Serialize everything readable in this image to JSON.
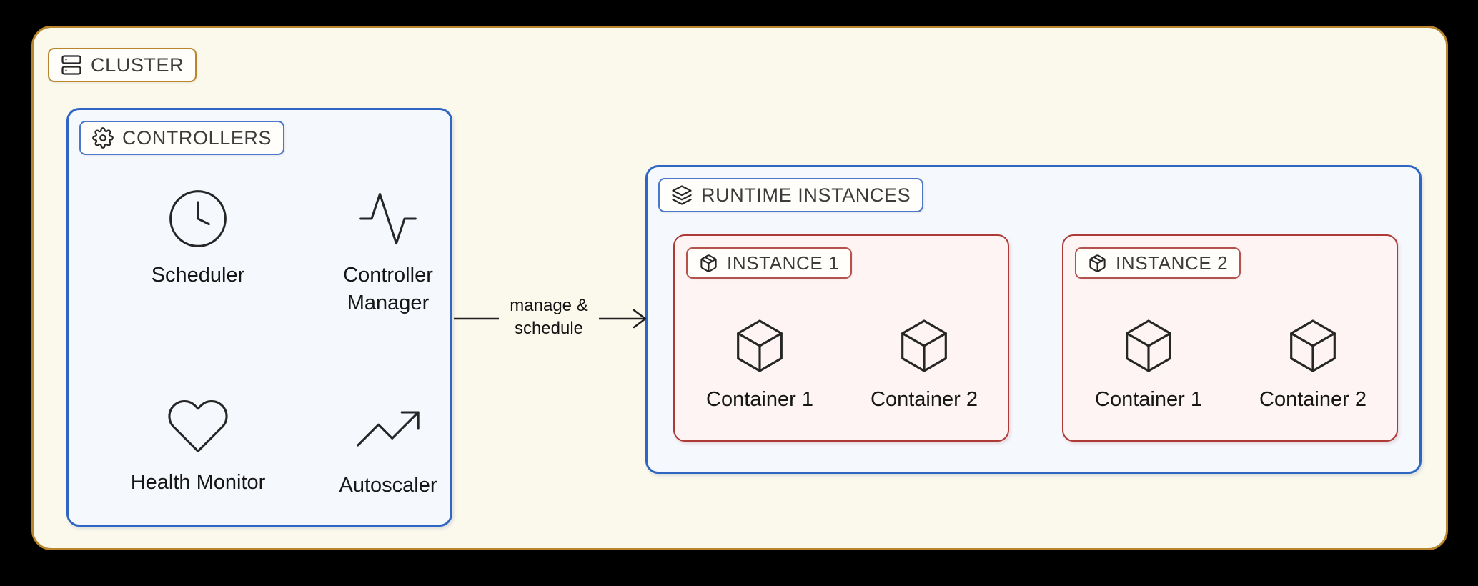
{
  "colors": {
    "canvas": "#000000",
    "cluster_bg": "#fbf8ec",
    "cluster_border": "#b9862e",
    "controllers_border": "#2f66c2",
    "controllers_bg": "#f5f8fd",
    "instance_border": "#ad3a36",
    "instance_bg": "#fdf4f3",
    "icon_stroke": "#262626"
  },
  "cluster": {
    "label": "CLUSTER",
    "icon": "server-icon"
  },
  "controllers": {
    "label": "CONTROLLERS",
    "icon": "gear-icon",
    "nodes": [
      {
        "label": "Scheduler",
        "icon": "clock-icon"
      },
      {
        "label": "Controller Manager",
        "icon": "activity-icon"
      },
      {
        "label": "Health Monitor",
        "icon": "heart-icon"
      },
      {
        "label": "Autoscaler",
        "icon": "trending-up-icon"
      }
    ]
  },
  "edge": {
    "label": "manage & schedule"
  },
  "runtime": {
    "label": "RUNTIME INSTANCES",
    "icon": "layers-icon",
    "instances": [
      {
        "label": "INSTANCE 1",
        "icon": "package-icon",
        "containers": [
          {
            "label": "Container 1",
            "icon": "cube-icon"
          },
          {
            "label": "Container 2",
            "icon": "cube-icon"
          }
        ]
      },
      {
        "label": "INSTANCE 2",
        "icon": "package-icon",
        "containers": [
          {
            "label": "Container 1",
            "icon": "cube-icon"
          },
          {
            "label": "Container 2",
            "icon": "cube-icon"
          }
        ]
      }
    ]
  }
}
